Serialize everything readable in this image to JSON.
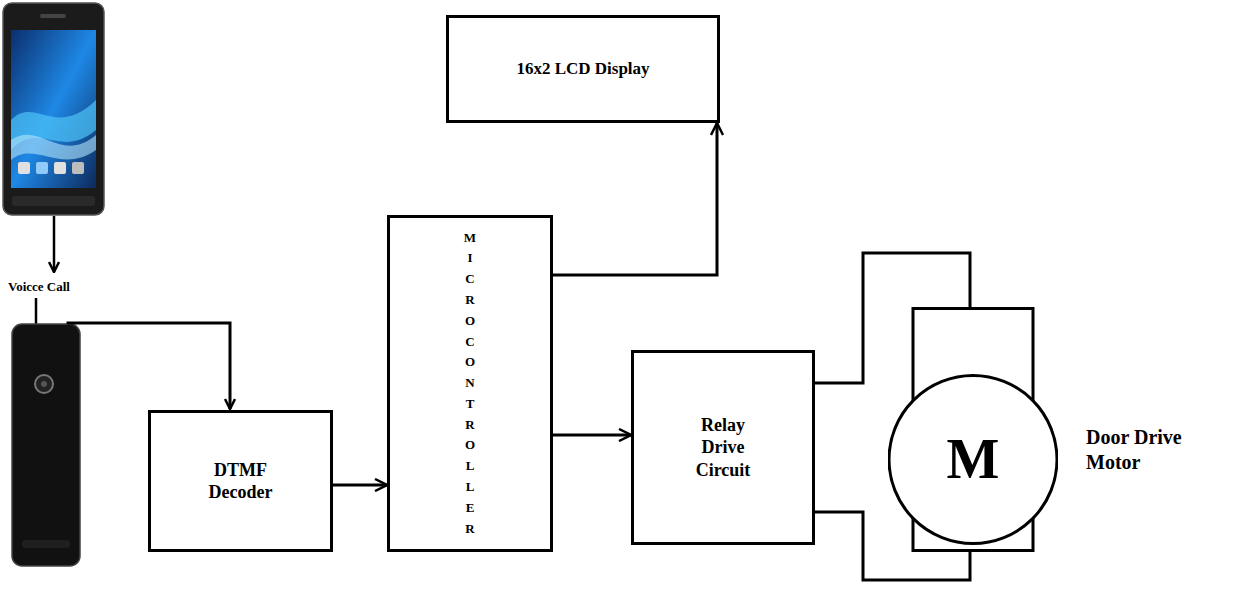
{
  "diagram": {
    "nodes": [
      {
        "text": [
          "16x2 LCD Display"
        ]
      },
      {
        "text": [
          "MICROCONTROLLER"
        ]
      },
      {
        "text": [
          "DTMF Decoder"
        ]
      },
      {
        "text": [
          "Relay Drive Circuit"
        ]
      },
      {
        "text": [
          "M",
          "Door Drive Motor"
        ]
      }
    ],
    "edges": [
      {
        "from": 2,
        "to": 1,
        "arrow": "to"
      },
      {
        "from": 1,
        "to": 0,
        "arrow": "to"
      },
      {
        "from": 1,
        "to": 3,
        "arrow": "to"
      },
      {
        "from": 3,
        "to": 4,
        "arrow": "none"
      },
      {
        "from": 3,
        "to": 4,
        "arrow": "none"
      }
    ],
    "labels": [
      "Voicce Call"
    ]
  }
}
